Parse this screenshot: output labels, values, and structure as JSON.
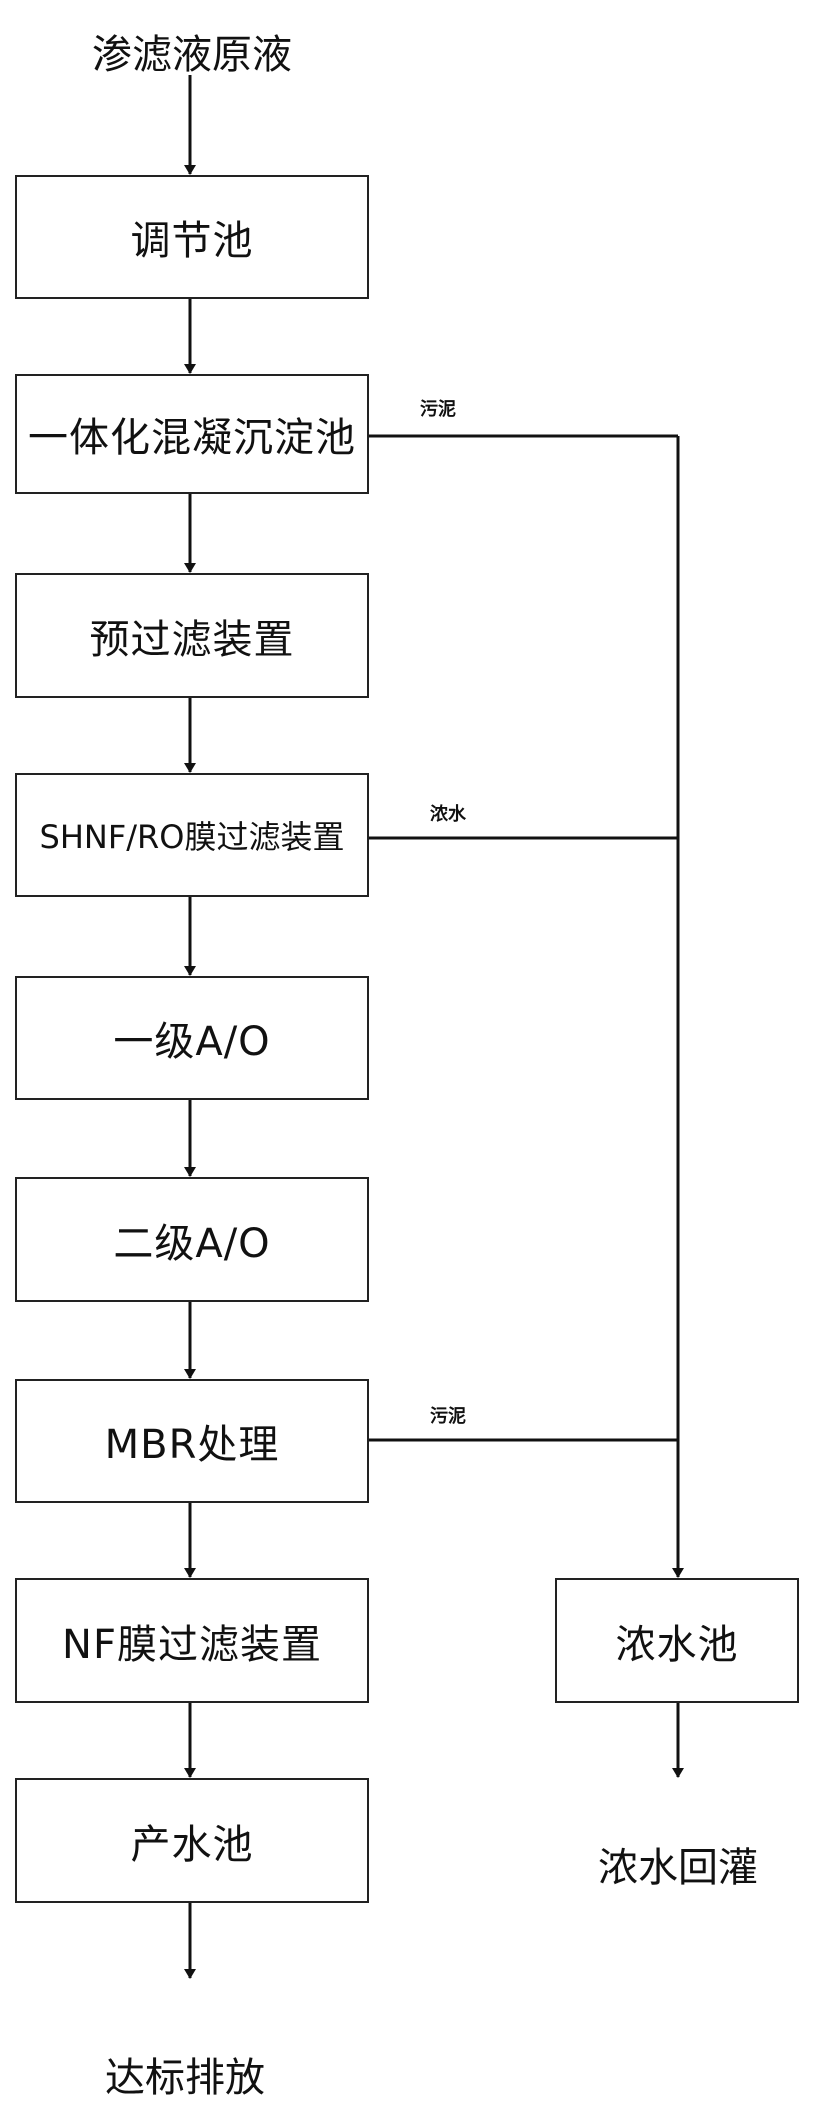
{
  "source": "渗滤液原液",
  "steps": [
    "调节池",
    "一体化混凝沉淀池",
    "预过滤装置",
    "SHNF/RO膜过滤装置",
    "一级A/O",
    "二级A/O",
    "MBR处理",
    "NF膜过滤装置",
    "产水池"
  ],
  "outlet": "达标排放",
  "side_labels": [
    "污泥",
    "浓水",
    "污泥"
  ],
  "concentrate_pool": "浓水池",
  "concentrate_outlet": "浓水回灌"
}
